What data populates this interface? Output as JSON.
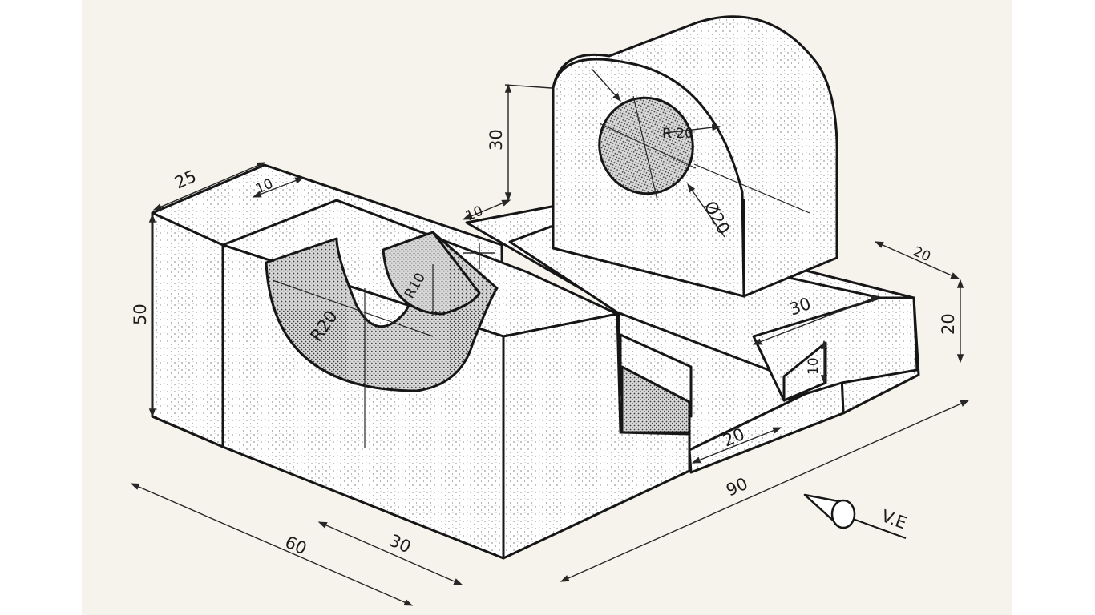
{
  "drawing": {
    "dimensions": {
      "d_25": "25",
      "d_10_top": "10",
      "d_50": "50",
      "d_r20_left": "R20",
      "d_r10": "R10",
      "d_30_upright": "30",
      "d_10_left": "10",
      "d_r20_hole": "R 20",
      "d_dia20": "Ø20",
      "d_20_topright": "20",
      "d_20_right": "20",
      "d_30_mid": "30",
      "d_10_step": "10",
      "d_20_slot": "20",
      "d_90": "90",
      "d_60": "60",
      "d_30_bottom": "30"
    },
    "view_arrow_label": "V.E"
  }
}
